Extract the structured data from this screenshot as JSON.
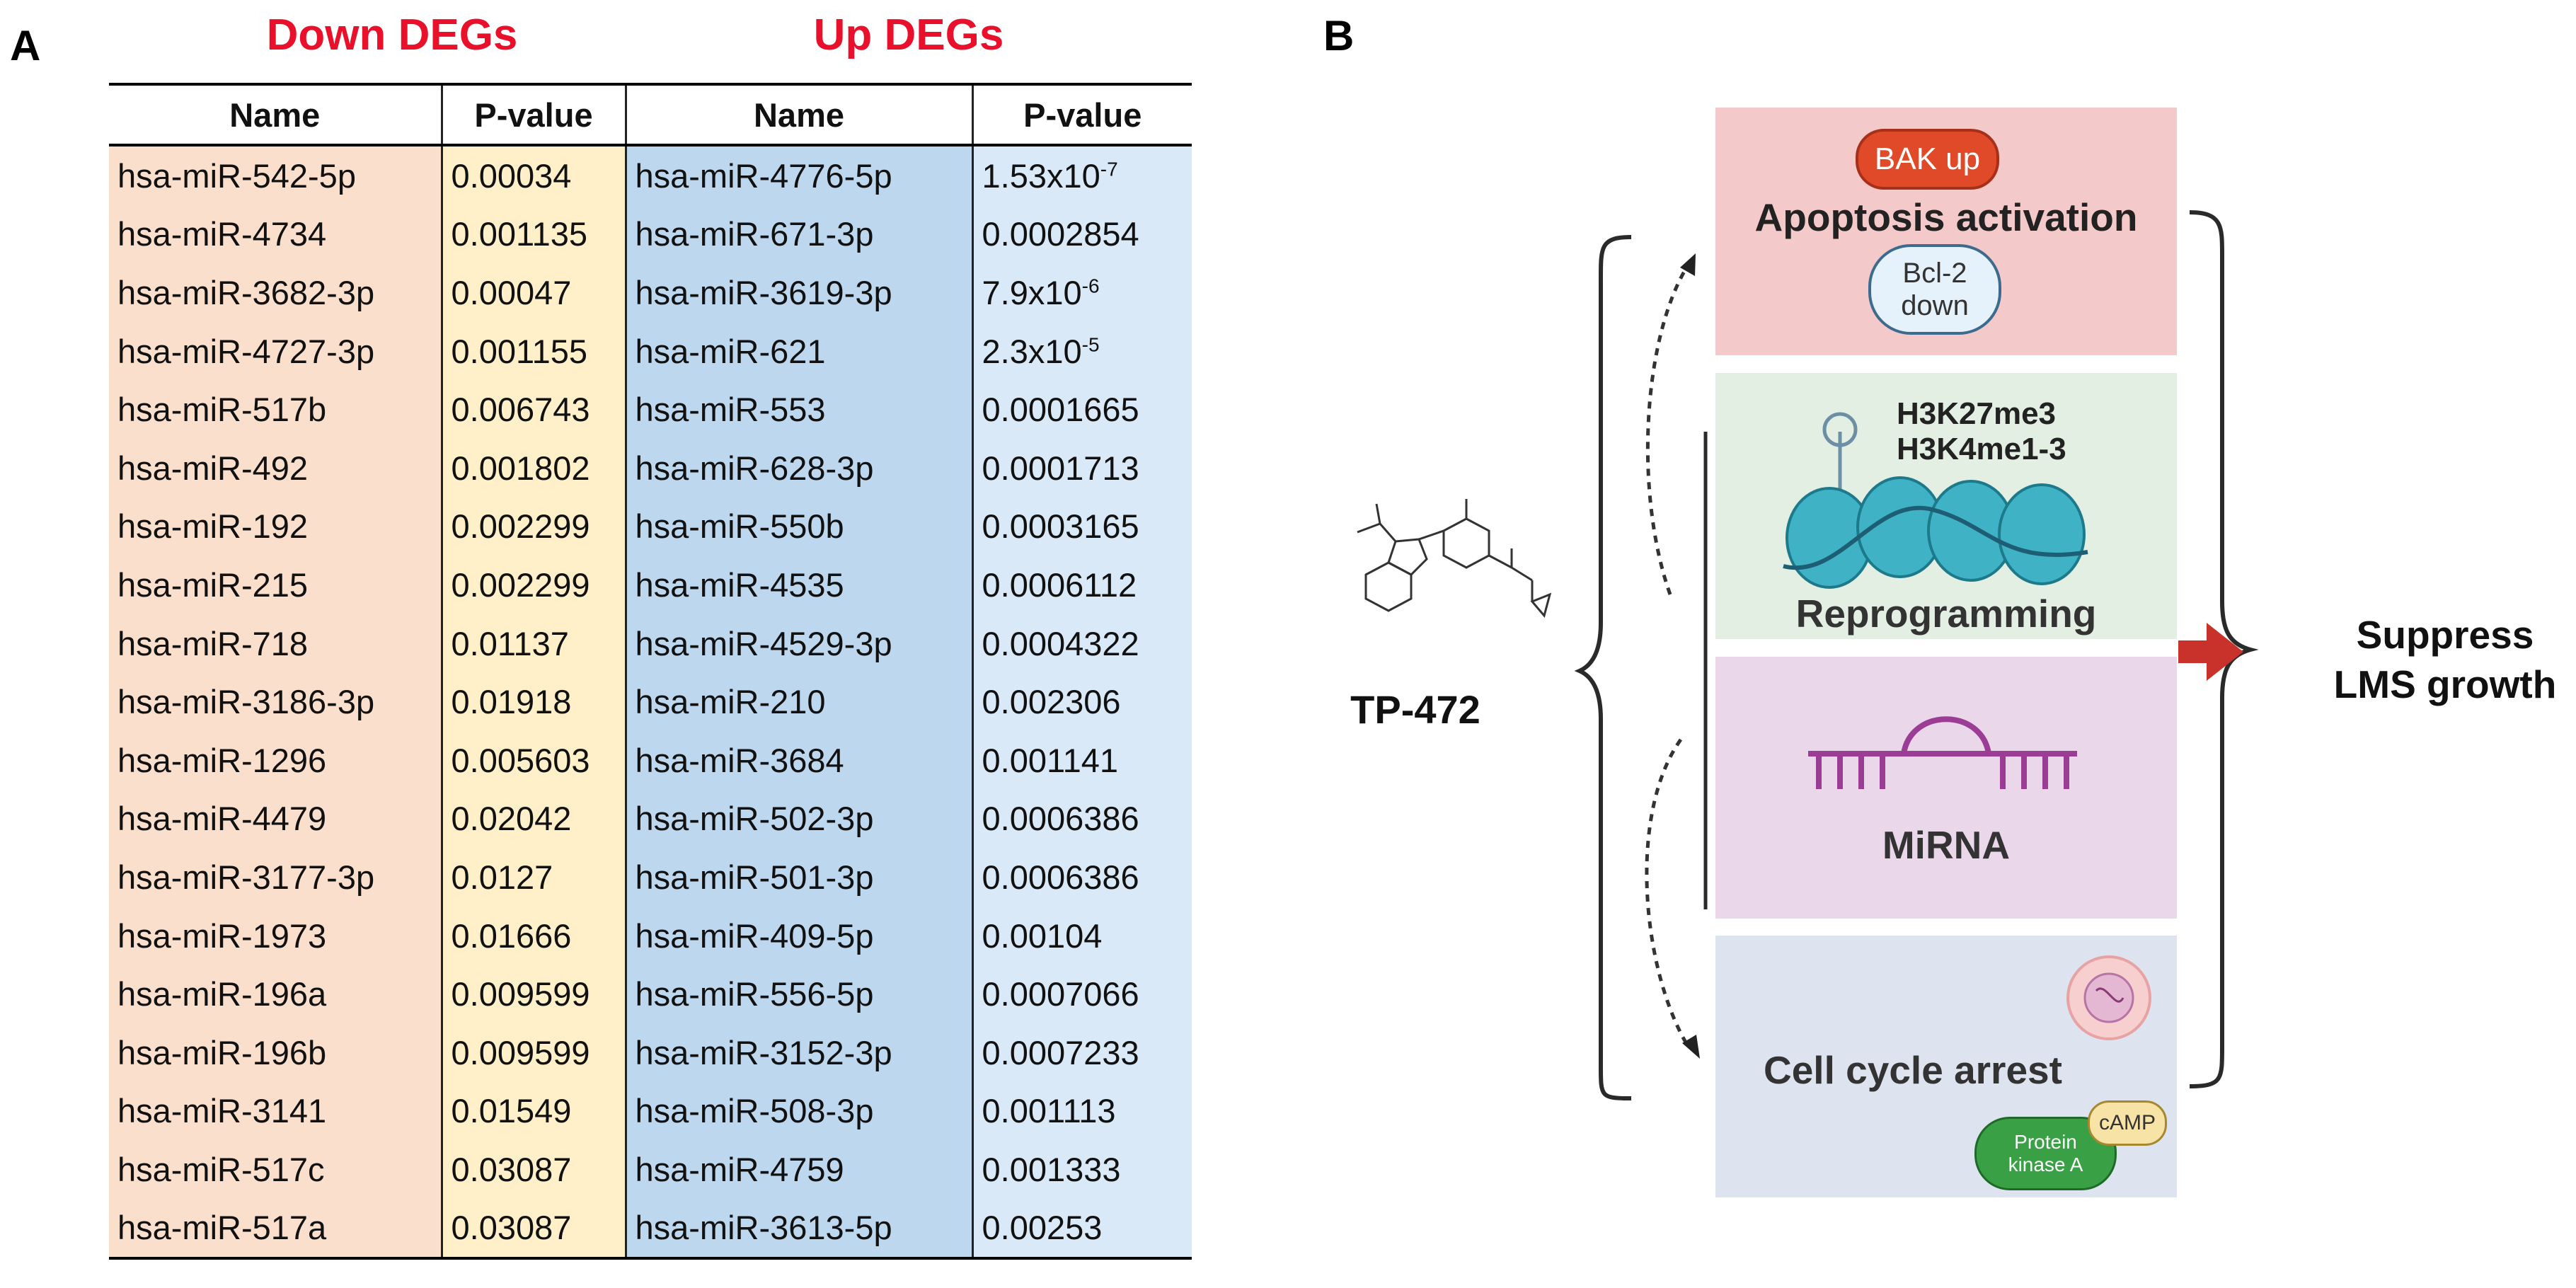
{
  "panels": {
    "a_letter": "A",
    "b_letter": "B"
  },
  "table": {
    "down_title": "Down DEGs",
    "up_title": "Up DEGs",
    "headers": [
      "Name",
      "P-value",
      "Name",
      "P-value"
    ],
    "rows": [
      {
        "down_name": "hsa-miR-542-5p",
        "down_p": "0.00034",
        "up_name": "hsa-miR-4776-5p",
        "up_p": "1.53x10",
        "up_p_exp": "-7"
      },
      {
        "down_name": "hsa-miR-4734",
        "down_p": "0.001135",
        "up_name": "hsa-miR-671-3p",
        "up_p": "0.0002854",
        "up_p_exp": ""
      },
      {
        "down_name": "hsa-miR-3682-3p",
        "down_p": "0.00047",
        "up_name": "hsa-miR-3619-3p",
        "up_p": "7.9x10",
        "up_p_exp": "-6"
      },
      {
        "down_name": "hsa-miR-4727-3p",
        "down_p": "0.001155",
        "up_name": "hsa-miR-621",
        "up_p": "2.3x10",
        "up_p_exp": "-5"
      },
      {
        "down_name": "hsa-miR-517b",
        "down_p": "0.006743",
        "up_name": "hsa-miR-553",
        "up_p": "0.0001665",
        "up_p_exp": ""
      },
      {
        "down_name": "hsa-miR-492",
        "down_p": "0.001802",
        "up_name": "hsa-miR-628-3p",
        "up_p": "0.0001713",
        "up_p_exp": ""
      },
      {
        "down_name": "hsa-miR-192",
        "down_p": "0.002299",
        "up_name": "hsa-miR-550b",
        "up_p": "0.0003165",
        "up_p_exp": ""
      },
      {
        "down_name": "hsa-miR-215",
        "down_p": "0.002299",
        "up_name": "hsa-miR-4535",
        "up_p": "0.0006112",
        "up_p_exp": ""
      },
      {
        "down_name": "hsa-miR-718",
        "down_p": "0.01137",
        "up_name": "hsa-miR-4529-3p",
        "up_p": "0.0004322",
        "up_p_exp": ""
      },
      {
        "down_name": "hsa-miR-3186-3p",
        "down_p": "0.01918",
        "up_name": "hsa-miR-210",
        "up_p": "0.002306",
        "up_p_exp": ""
      },
      {
        "down_name": "hsa-miR-1296",
        "down_p": "0.005603",
        "up_name": "hsa-miR-3684",
        "up_p": "0.001141",
        "up_p_exp": ""
      },
      {
        "down_name": "hsa-miR-4479",
        "down_p": "0.02042",
        "up_name": "hsa-miR-502-3p",
        "up_p": "0.0006386",
        "up_p_exp": ""
      },
      {
        "down_name": "hsa-miR-3177-3p",
        "down_p": "0.0127",
        "up_name": "hsa-miR-501-3p",
        "up_p": "0.0006386",
        "up_p_exp": ""
      },
      {
        "down_name": "hsa-miR-1973",
        "down_p": "0.01666",
        "up_name": "hsa-miR-409-5p",
        "up_p": "0.00104",
        "up_p_exp": ""
      },
      {
        "down_name": "hsa-miR-196a",
        "down_p": "0.009599",
        "up_name": "hsa-miR-556-5p",
        "up_p": "0.0007066",
        "up_p_exp": ""
      },
      {
        "down_name": "hsa-miR-196b",
        "down_p": "0.009599",
        "up_name": "hsa-miR-3152-3p",
        "up_p": "0.0007233",
        "up_p_exp": ""
      },
      {
        "down_name": "hsa-miR-3141",
        "down_p": "0.01549",
        "up_name": "hsa-miR-508-3p",
        "up_p": "0.001113",
        "up_p_exp": ""
      },
      {
        "down_name": "hsa-miR-517c",
        "down_p": "0.03087",
        "up_name": "hsa-miR-4759",
        "up_p": "0.001333",
        "up_p_exp": ""
      },
      {
        "down_name": "hsa-miR-517a",
        "down_p": "0.03087",
        "up_name": "hsa-miR-3613-5p",
        "up_p": "0.00253",
        "up_p_exp": ""
      }
    ]
  },
  "diagram": {
    "drug_label": "TP-472",
    "apoptosis": {
      "title": "Apoptosis activation",
      "bak": "BAK up",
      "bcl2_line1": "Bcl-2",
      "bcl2_line2": "down"
    },
    "reprogramming": {
      "title": "Reprogramming",
      "mark1": "H3K27me3",
      "mark2": "H3K4me1-3"
    },
    "mirna": {
      "title": "MiRNA"
    },
    "cell_cycle": {
      "title": "Cell cycle arrest",
      "pka_line1": "Protein",
      "pka_line2": "kinase A",
      "camp": "cAMP"
    },
    "outcome_line1": "Suppress",
    "outcome_line2": "LMS growth",
    "colors": {
      "apoptosis_bg": "#f4c9c9",
      "reprogramming_bg": "#e4efe4",
      "mirna_bg": "#ead7ea",
      "cellcycle_bg": "#dde3ef",
      "arrow": "#c8322a",
      "title_red": "#e8102a"
    }
  }
}
